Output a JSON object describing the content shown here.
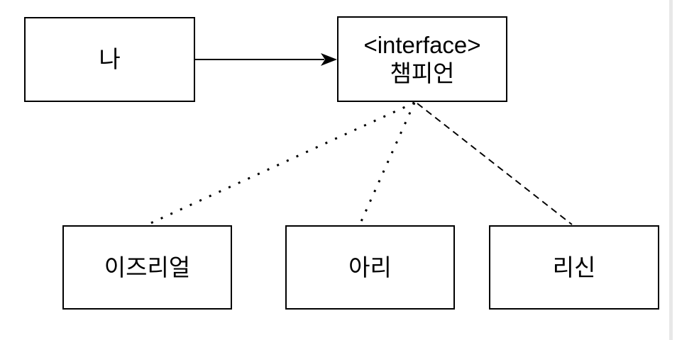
{
  "diagram": {
    "background_color": "#ffffff",
    "stroke_color": "#000000",
    "scrollbar_color": "#e8e8e8",
    "nodes": [
      {
        "id": "me",
        "label": "나"
      },
      {
        "id": "champion-interface",
        "stereotype": "<interface>",
        "label": "챔피언"
      },
      {
        "id": "ezreal",
        "label": "이즈리얼"
      },
      {
        "id": "ahri",
        "label": "아리"
      },
      {
        "id": "leesin",
        "label": "리신"
      }
    ],
    "edges": [
      {
        "from": "me",
        "to": "champion-interface",
        "style": "solid",
        "arrowhead": "filled-triangle"
      },
      {
        "from": "champion-interface",
        "to": "ezreal",
        "style": "dotted",
        "arrowhead": "none"
      },
      {
        "from": "champion-interface",
        "to": "ahri",
        "style": "dotted",
        "arrowhead": "none"
      },
      {
        "from": "champion-interface",
        "to": "leesin",
        "style": "dashed",
        "arrowhead": "none"
      }
    ]
  }
}
